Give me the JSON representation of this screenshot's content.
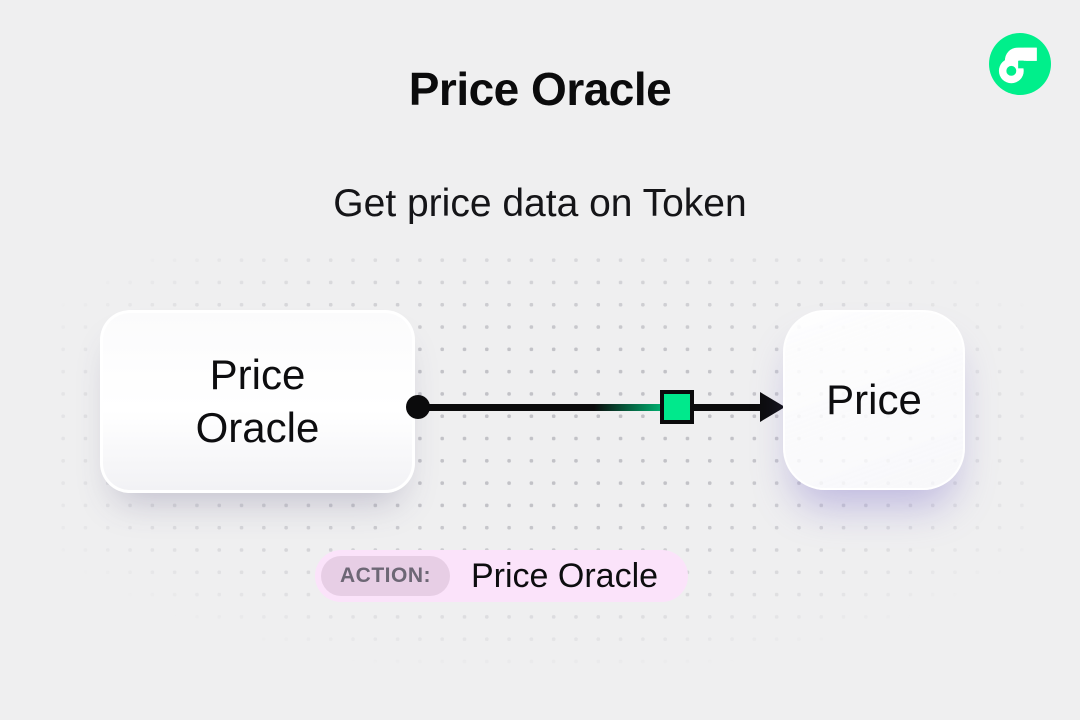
{
  "header": {
    "title": "Price Oracle",
    "subtitle": "Get price data on Token"
  },
  "logo": {
    "name": "Flow",
    "color": "#00ef8b"
  },
  "diagram": {
    "nodes": [
      {
        "id": "source",
        "label": "Price Oracle"
      },
      {
        "id": "target",
        "label": "Price"
      }
    ],
    "connector": {
      "from": "Price Oracle",
      "to": "Price",
      "marker_color": "#00e98c",
      "line_color": "#0b0b0c"
    }
  },
  "action": {
    "label": "ACTION:",
    "value": "Price Oracle"
  },
  "colors": {
    "background": "#efeff0",
    "accent_green": "#00ef8b",
    "badge_background": "#fbe3fa",
    "badge_label_background": "#e7cee5",
    "ink": "#0b0b0c",
    "dot_grid": "#c2c2c7"
  }
}
